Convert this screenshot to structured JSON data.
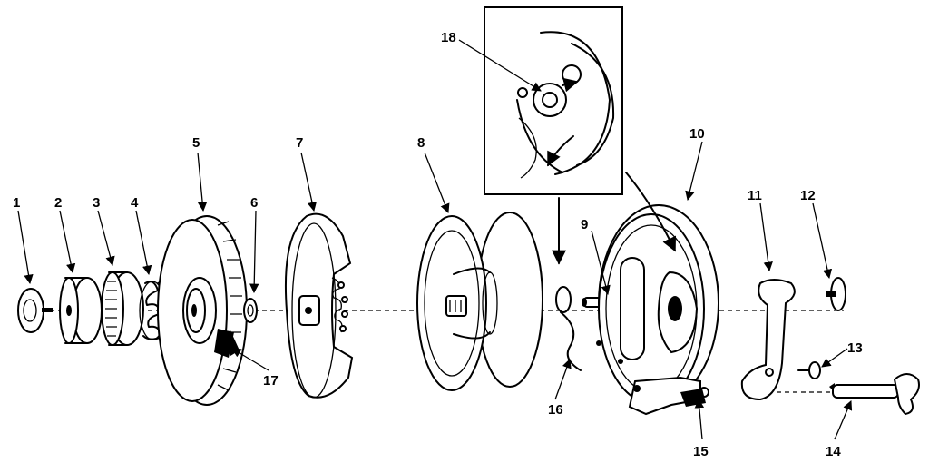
{
  "diagram": {
    "labels": [
      "1",
      "2",
      "3",
      "4",
      "5",
      "6",
      "7",
      "8",
      "9",
      "10",
      "11",
      "12",
      "13",
      "14",
      "15",
      "16",
      "17",
      "18"
    ]
  },
  "colors": {
    "ink": "#000000",
    "paper": "#ffffff"
  }
}
